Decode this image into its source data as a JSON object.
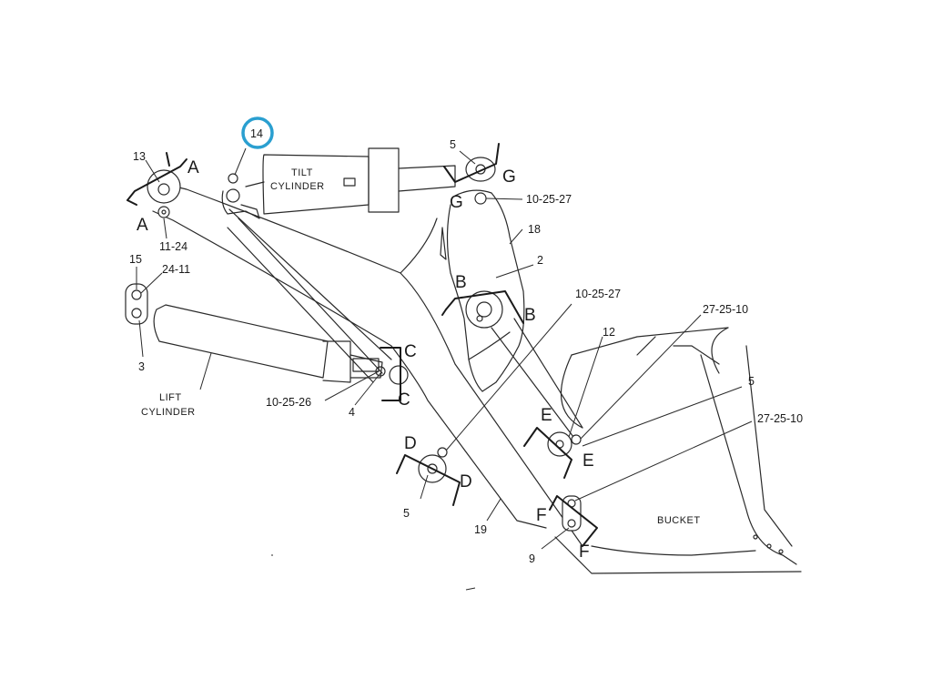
{
  "diagram": {
    "highlight_callout": "14",
    "highlight_color": "#2a9fd0",
    "part_names": {
      "tilt_line1": "TILT",
      "tilt_line2": "CYLINDER",
      "lift_line1": "LIFT",
      "lift_line2": "CYLINDER",
      "bucket": "BUCKET"
    },
    "callouts": {
      "c13": "13",
      "c11_24": "11-24",
      "c15": "15",
      "c24_11": "24-11",
      "c3": "3",
      "c5_top": "5",
      "c10_25_27_top": "10-25-27",
      "c18": "18",
      "c2": "2",
      "c10_25_27_mid": "10-25-27",
      "c12": "12",
      "c27_25_10_top": "27-25-10",
      "c5_right": "5",
      "c27_25_10_bot": "27-25-10",
      "c10_25_26": "10-25-26",
      "c4": "4",
      "c5_bottom": "5",
      "c19": "19",
      "c9": "9"
    },
    "section_marks": {
      "a_top": "A",
      "a_bot": "A",
      "b_top": "B",
      "b_bot": "B",
      "c_top": "C",
      "c_bot": "C",
      "d_top": "D",
      "d_bot": "D",
      "e_top": "E",
      "e_bot": "E",
      "f_top": "F",
      "f_bot": "F",
      "g_top": "G",
      "g_bot": "G"
    }
  }
}
